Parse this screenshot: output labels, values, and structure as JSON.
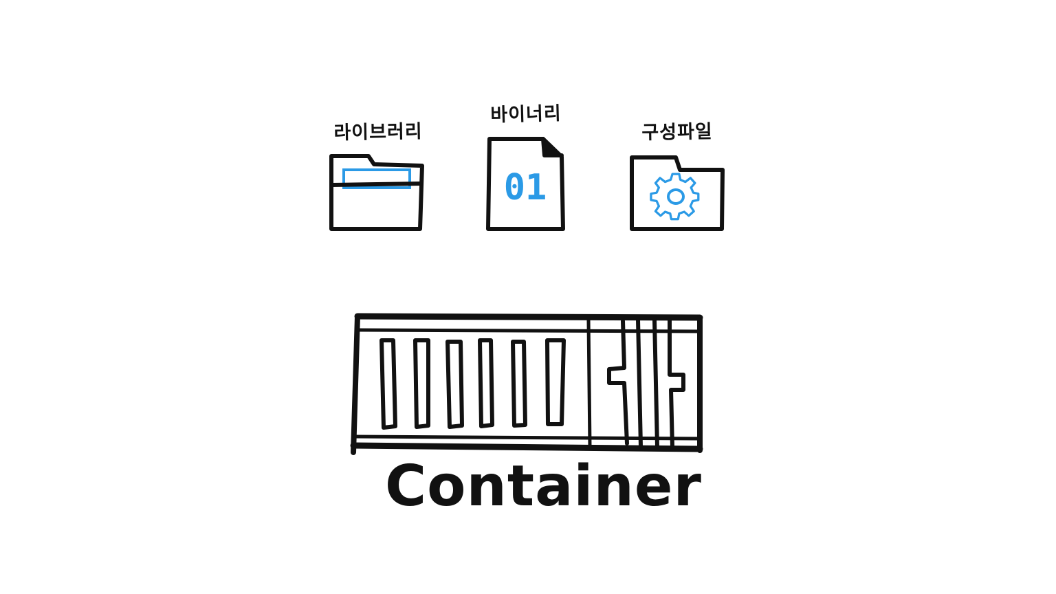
{
  "labels": {
    "library": "라이브러리",
    "binary": "바이너리",
    "config": "구성파일"
  },
  "binary_file": {
    "digits": "01"
  },
  "container": {
    "caption": "Container"
  },
  "colors": {
    "ink": "#111111",
    "accent": "#2b9ae6",
    "background": "#ffffff"
  },
  "icons": {
    "library": "folder-icon",
    "binary": "binary-file-icon",
    "config": "gear-folder-icon",
    "container": "shipping-container-icon"
  }
}
